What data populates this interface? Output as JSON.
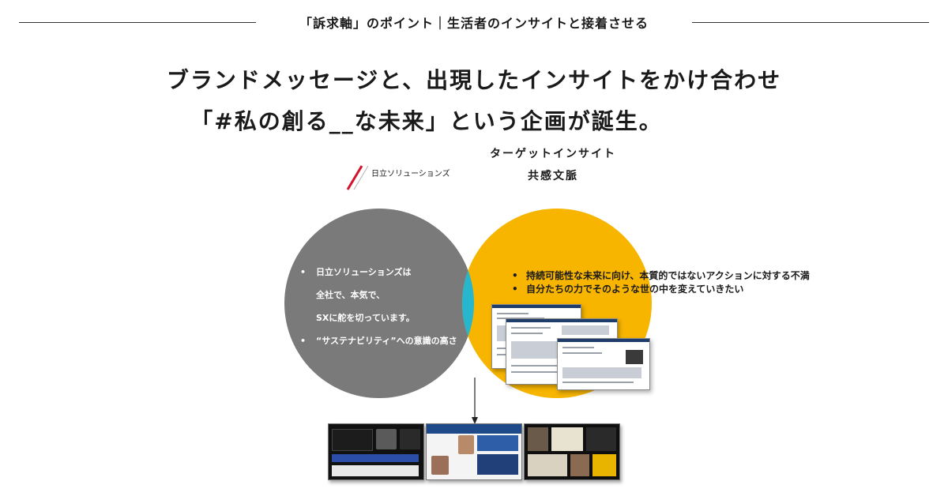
{
  "header": {
    "label": "「訴求軸」のポイント｜生活者のインサイトと接着させる"
  },
  "headline": {
    "line1": "ブランドメッセージと、出現したインサイトをかけ合わせ",
    "line2": "「#私の創る__な未来」という企画が誕生。"
  },
  "logo": {
    "text": "日立ソリューションズ"
  },
  "insight": {
    "title": "ターゲットインサイト",
    "subtitle": "共感文脈"
  },
  "venn": {
    "left_color": "#7a7a7a",
    "right_color": "#f7b500",
    "overlap_color": "#26b7cf",
    "left_bullets": {
      "b1_line1": "日立ソリューションズは",
      "b1_line2": "全社で、本気で、",
      "b1_line3": "SXに舵を切っています。",
      "b2": "“サステナビリティ”への意識の高さ"
    },
    "right_bullets": {
      "b1": "持続可能性な未来に向け、本質的ではないアクションに対する不満",
      "b2": "自分たちの力でそのような世の中を変えていきたい"
    }
  },
  "bullet_symbol": "•"
}
